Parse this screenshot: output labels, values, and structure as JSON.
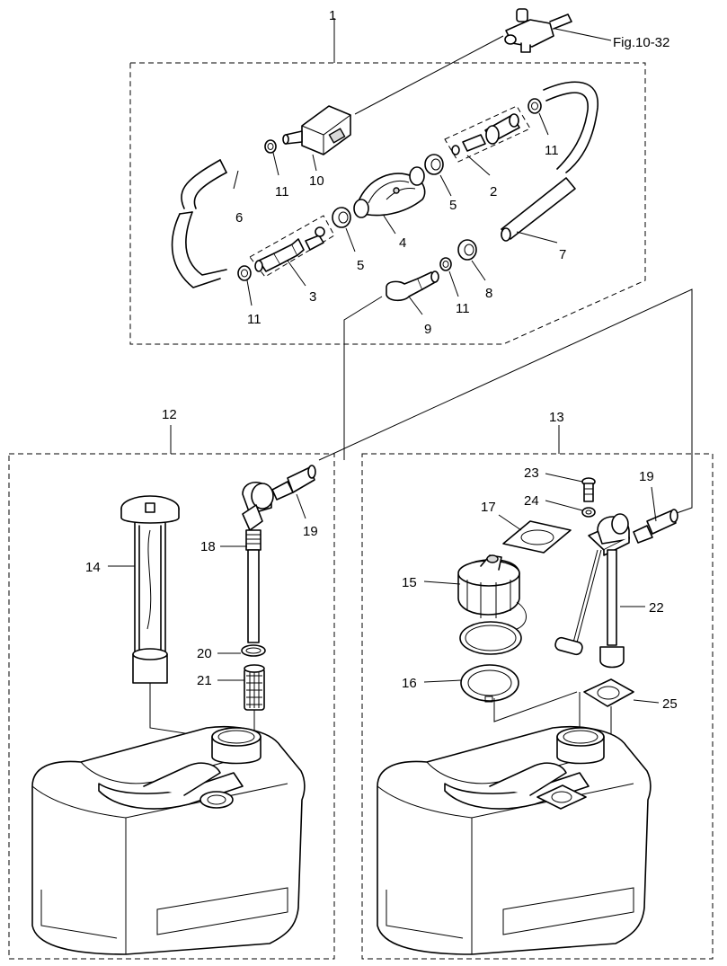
{
  "labels": {
    "l1": "1",
    "l2": "2",
    "l3": "3",
    "l4": "4",
    "l5a": "5",
    "l5b": "5",
    "l6": "6",
    "l7": "7",
    "l8": "8",
    "l9": "9",
    "l10": "10",
    "l11a": "11",
    "l11b": "11",
    "l11c": "11",
    "l11d": "11",
    "l12": "12",
    "l13": "13",
    "l14": "14",
    "l15": "15",
    "l16": "16",
    "l17": "17",
    "l18": "18",
    "l19a": "19",
    "l19b": "19",
    "l20": "20",
    "l21": "21",
    "l22": "22",
    "l23": "23",
    "l24": "24",
    "l25": "25",
    "fig": "Fig.10-32"
  }
}
